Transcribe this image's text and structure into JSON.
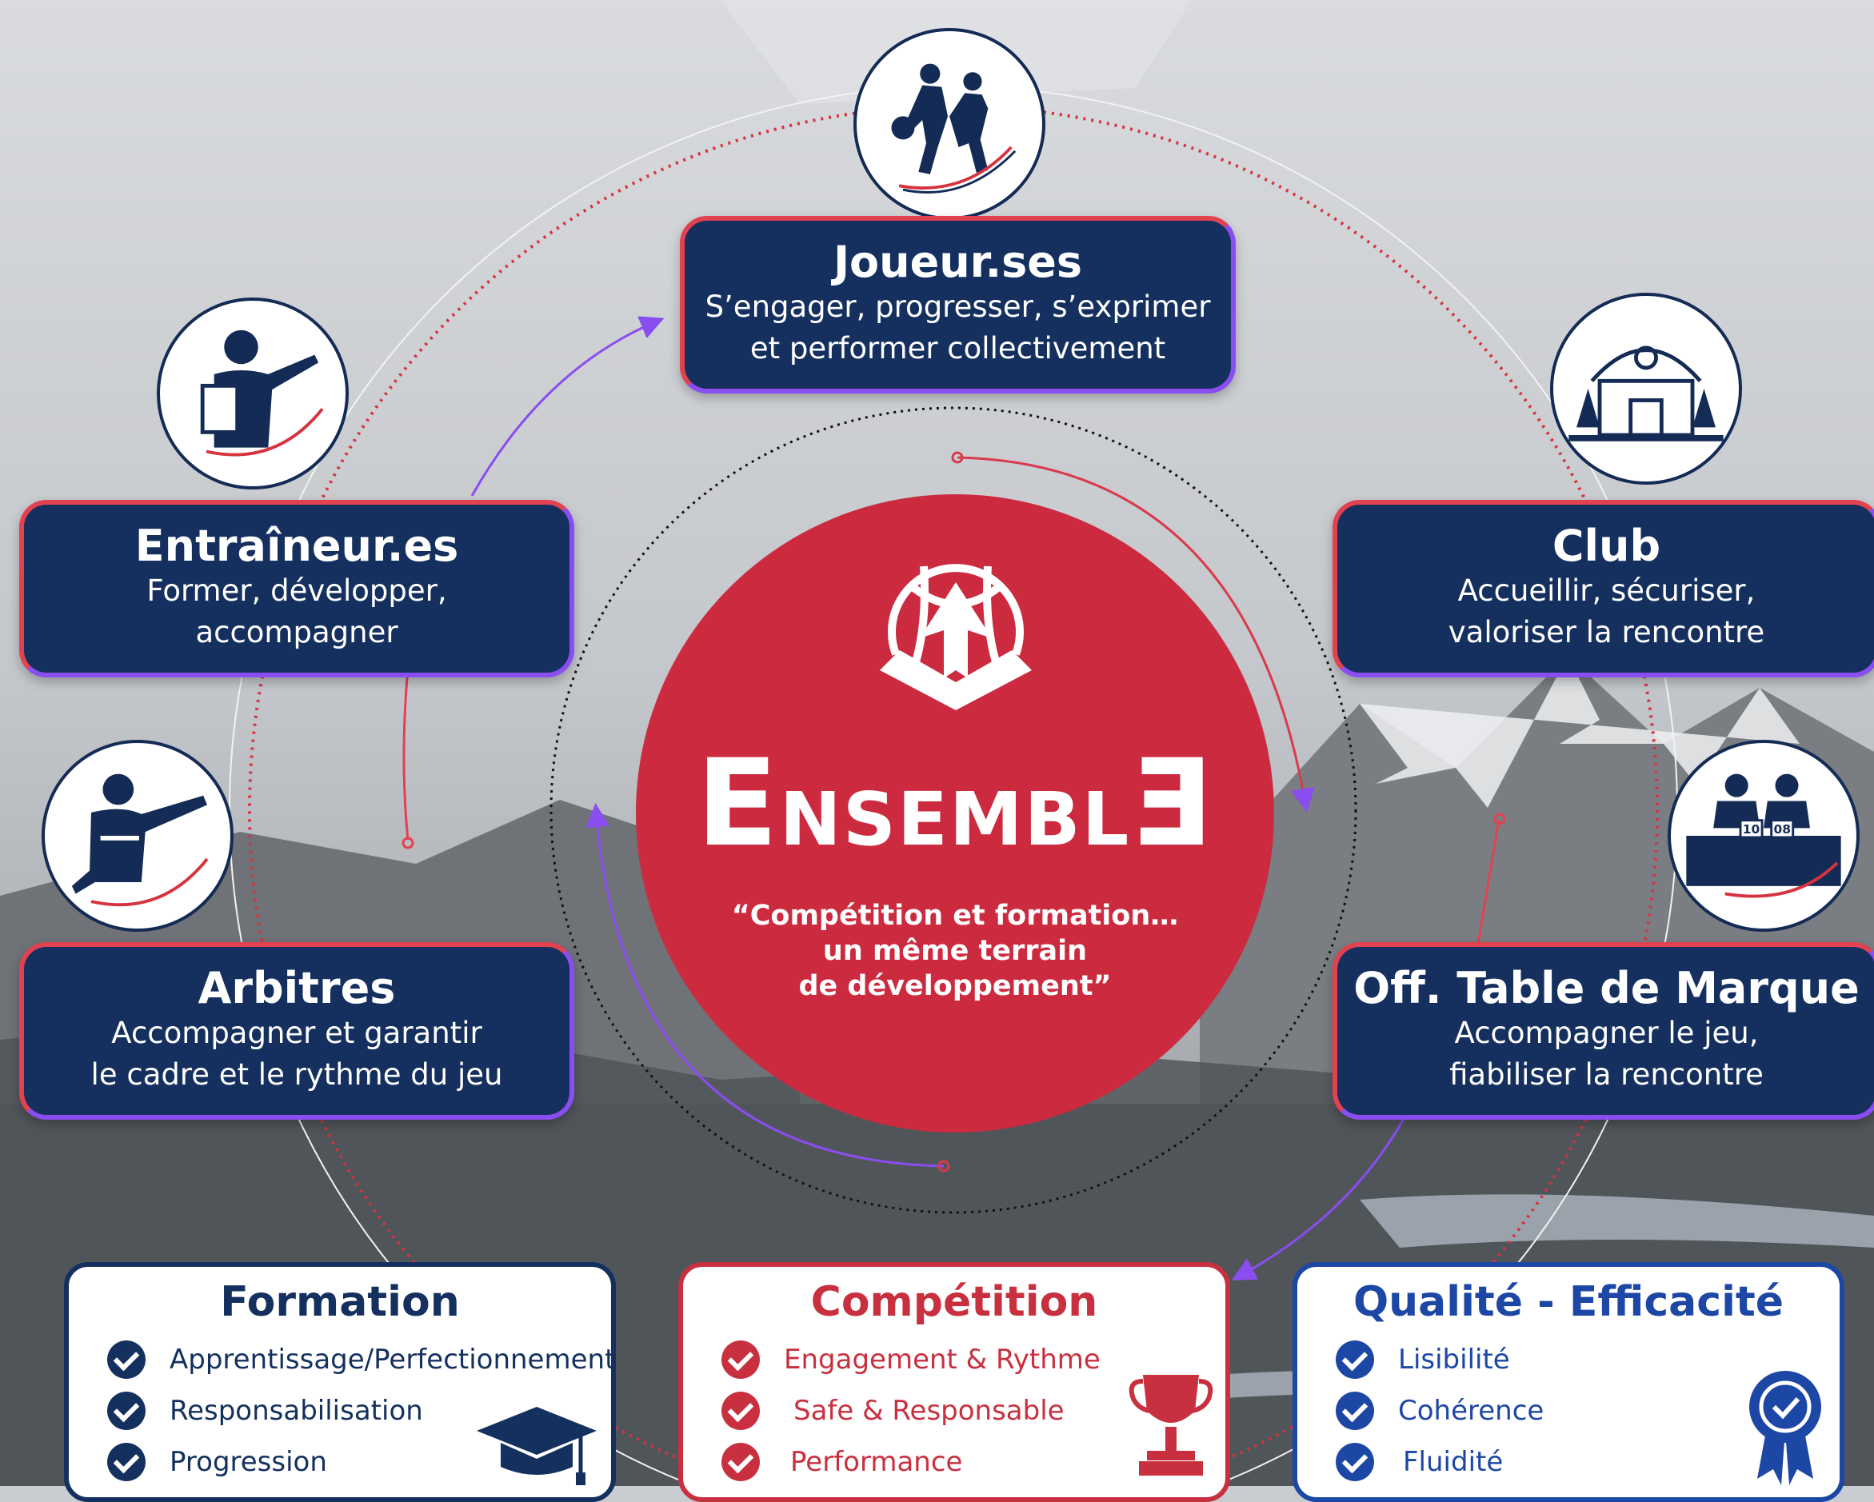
{
  "roles": {
    "players": {
      "title": "Joueur.ses",
      "line1": "S’engager, progresser, s’exprimer",
      "line2": "et performer collectivement",
      "icon": "basketball-players-icon"
    },
    "coaches": {
      "title": "Entraîneur.es",
      "line1": "Former, développer,",
      "line2": "accompagner",
      "icon": "coach-icon"
    },
    "club": {
      "title": "Club",
      "line1": "Accueillir, sécuriser,",
      "line2": "valoriser la rencontre",
      "icon": "club-building-icon"
    },
    "referees": {
      "title": "Arbitres",
      "line1": "Accompagner et garantir",
      "line2": "le cadre et le rythme du jeu",
      "icon": "referee-icon"
    },
    "table_officials": {
      "title": "Off. Table de Marque",
      "line1": "Accompagner le jeu,",
      "line2": "fiabiliser la rencontre",
      "icon": "scorers-table-icon",
      "score_left": "10",
      "score_right": "08"
    }
  },
  "center": {
    "brand_first": "E",
    "brand_middle": "NSEMBL",
    "brand_last": "E",
    "quote_line1": "“Compétition et formation…",
    "quote_line2": "un même terrain",
    "quote_line3": "de développement”",
    "logo_icon": "basketball-arrow-logo"
  },
  "cards": {
    "formation": {
      "title": "Formation",
      "items": [
        "Apprentissage/Perfectionnement",
        "Responsabilisation",
        "Progression"
      ],
      "color": "#14305e",
      "icon": "graduation-cap-icon"
    },
    "competition": {
      "title": "Compétition",
      "items": [
        "Engagement & Rythme",
        "Safe & Responsable",
        "Performance"
      ],
      "color": "#c8303f",
      "icon": "trophy-icon"
    },
    "quality": {
      "title": "Qualité - Efficacité",
      "items": [
        "Lisibilité",
        "Cohérence",
        "Fluidité"
      ],
      "color": "#1d47a5",
      "icon": "award-badge-icon"
    }
  },
  "colors": {
    "navy": "#15305f",
    "red": "#cc2b3f",
    "purple": "#8a4df0",
    "coral": "#e2424f"
  }
}
